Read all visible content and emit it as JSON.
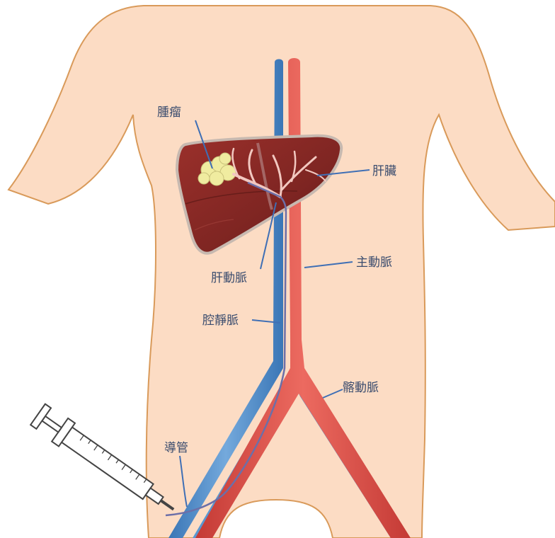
{
  "labels": {
    "tumor": "腫瘤",
    "liver": "肝臟",
    "hepatic_artery": "肝動脈",
    "aorta": "主動脈",
    "vena_cava": "腔靜脈",
    "iliac_artery": "髂動脈",
    "catheter": "導管"
  },
  "colors": {
    "skin": "#fcdcc4",
    "skin_outline": "#d99a5a",
    "artery": "#d94a44",
    "vein": "#4b8ac8",
    "liver": "#8e2a26",
    "tumor": "#f0eca0",
    "leader_line": "#3f6fb5"
  }
}
